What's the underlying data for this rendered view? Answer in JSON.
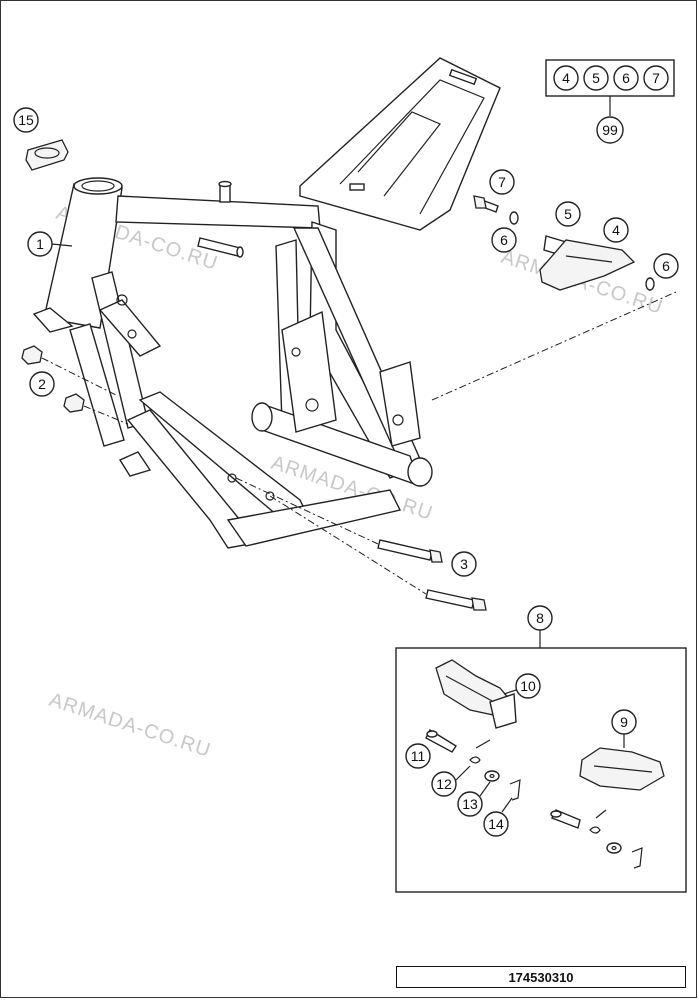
{
  "diagram": {
    "callouts": [
      {
        "id": "c1",
        "label": "1"
      },
      {
        "id": "c2",
        "label": "2"
      },
      {
        "id": "c3",
        "label": "3"
      },
      {
        "id": "c4",
        "label": "4"
      },
      {
        "id": "c5",
        "label": "5"
      },
      {
        "id": "c6a",
        "label": "6"
      },
      {
        "id": "c6b",
        "label": "6"
      },
      {
        "id": "c7",
        "label": "7"
      },
      {
        "id": "c8",
        "label": "8"
      },
      {
        "id": "c9",
        "label": "9"
      },
      {
        "id": "c10",
        "label": "10"
      },
      {
        "id": "c11",
        "label": "11"
      },
      {
        "id": "c12",
        "label": "12"
      },
      {
        "id": "c13",
        "label": "13"
      },
      {
        "id": "c14",
        "label": "14"
      },
      {
        "id": "c15",
        "label": "15"
      },
      {
        "id": "c99",
        "label": "99"
      }
    ],
    "kit_group": [
      "4",
      "5",
      "6",
      "7"
    ],
    "watermark": "ARMADA-CO.RU",
    "part_number": "174530310"
  }
}
